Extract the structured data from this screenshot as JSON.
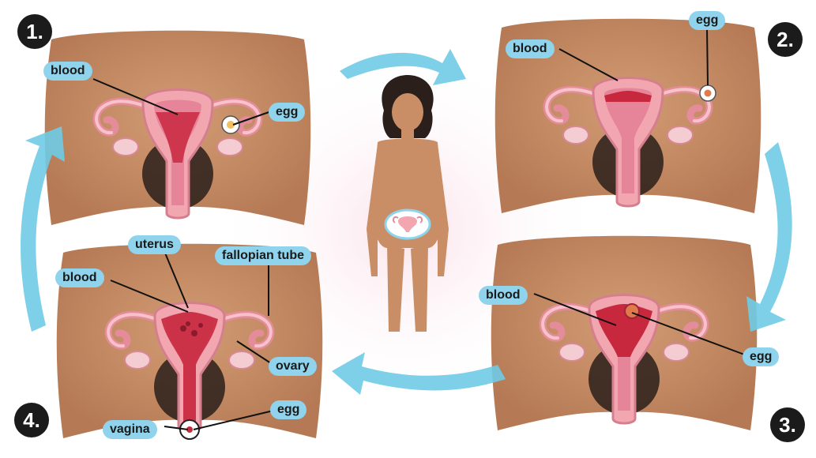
{
  "steps": [
    "1.",
    "2.",
    "3.",
    "4."
  ],
  "labels": {
    "p1_blood": "blood",
    "p1_egg": "egg",
    "p2_blood": "blood",
    "p2_egg": "egg",
    "p3_blood": "blood",
    "p3_egg": "egg",
    "p4_uterus": "uterus",
    "p4_fallopian": "fallopian tube",
    "p4_blood": "blood",
    "p4_ovary": "ovary",
    "p4_egg": "egg",
    "p4_vagina": "vagina"
  },
  "colors": {
    "skin": "#c98e66",
    "skin_dark": "#a86e4c",
    "organ": "#f2a7b0",
    "blood": "#c8283e",
    "label_bg": "#8fd3ec",
    "arrow": "#6fcbe6",
    "hair": "#2a1f1a"
  }
}
